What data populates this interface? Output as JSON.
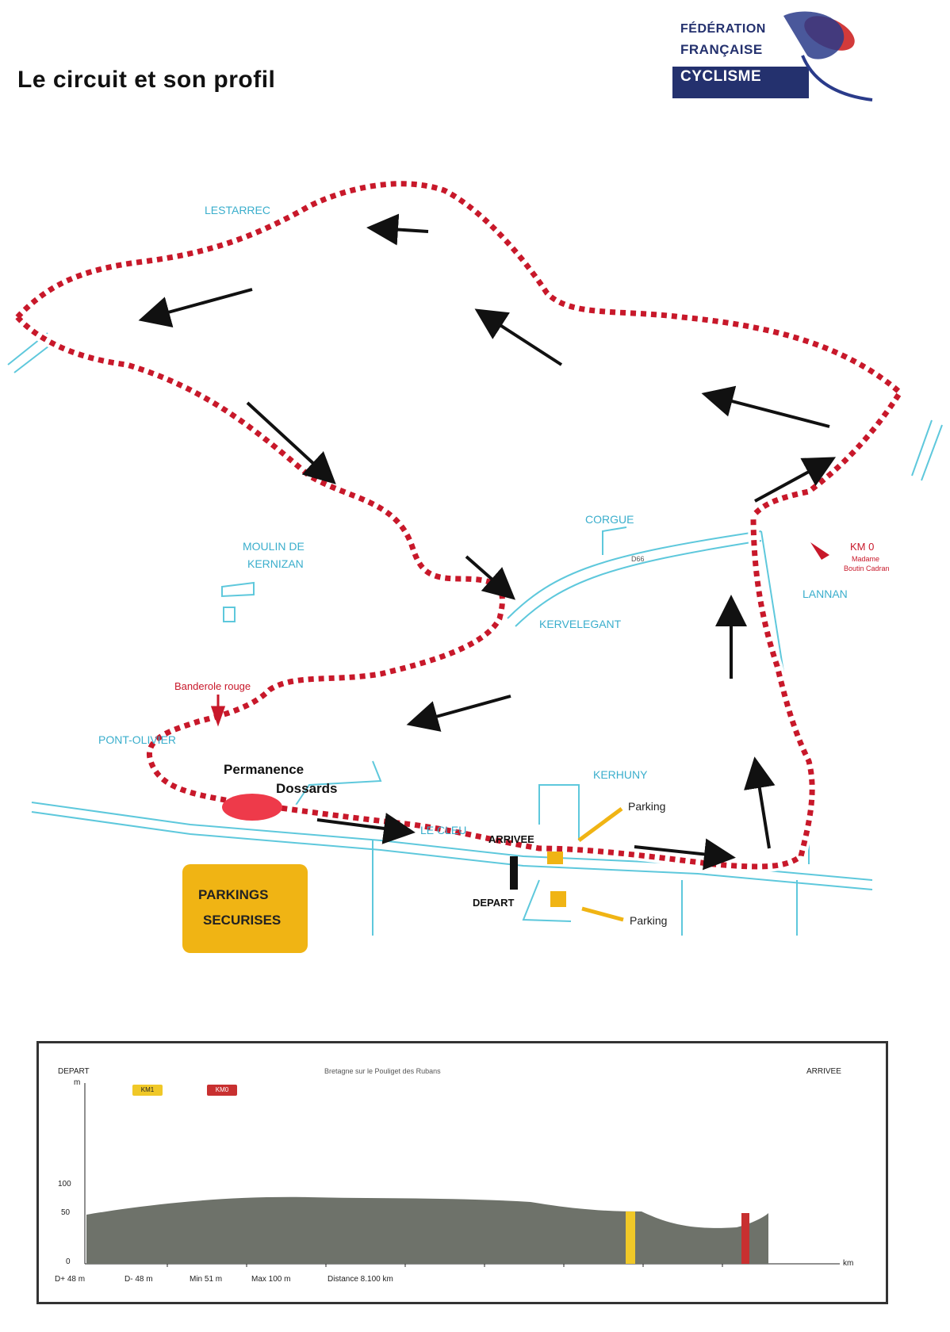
{
  "title": "Le circuit et son profil",
  "logo": {
    "line1": "FÉDÉRATION",
    "line2": "FRANÇAISE",
    "line3": "CYCLISME"
  },
  "map": {
    "places": {
      "lestarrec": "LESTARREC",
      "corgue": "CORGUE",
      "moulin": [
        "MOULIN DE",
        "KERNIZAN"
      ],
      "kervelegant": "KERVELEGANT",
      "pont_olivier": "PONT-OLIVIER",
      "kerhuny": "KERHUNY",
      "le_cleu": "LE CLEU",
      "lannan": "LANNAN"
    },
    "road_label": "D66",
    "annotations": {
      "permanence": "Permanence",
      "dossards": "Dossards",
      "parking_top": "Parking",
      "parking_bottom": "Parking",
      "parkings_badge": [
        "PARKINGS",
        "SECURISES"
      ],
      "arrivee": "ARRIVEE",
      "depart": "DEPART",
      "km_top": "KM 0",
      "km_sub": [
        "Madame",
        "Boutin Cadran"
      ],
      "banner_left": "Banderole rouge"
    },
    "colors": {
      "route_red": "#c8182a",
      "road_blue": "#5ec8dc",
      "parking_yellow": "#f0b414",
      "place_blue": "#3aaecc"
    }
  },
  "profile": {
    "start_label": "DEPART",
    "end_label": "ARRIVEE",
    "center_label": "Bretagne sur le Pouliget des Rubans",
    "legend": [
      {
        "label": "KM1",
        "color": "#f0c828"
      },
      {
        "label": "KM0",
        "color": "#c83030"
      }
    ],
    "y_ticks": [
      "100",
      "50",
      "0"
    ],
    "y_unit": "m",
    "x_unit": "km",
    "footer": [
      "D+ 48 m",
      "D- 48 m",
      "Min 51 m",
      "Max 100 m",
      "Distance 8.100 km"
    ],
    "fill_color": "#6e726a",
    "marker_yellow_color": "#f0c828",
    "marker_red_color": "#c83030"
  }
}
